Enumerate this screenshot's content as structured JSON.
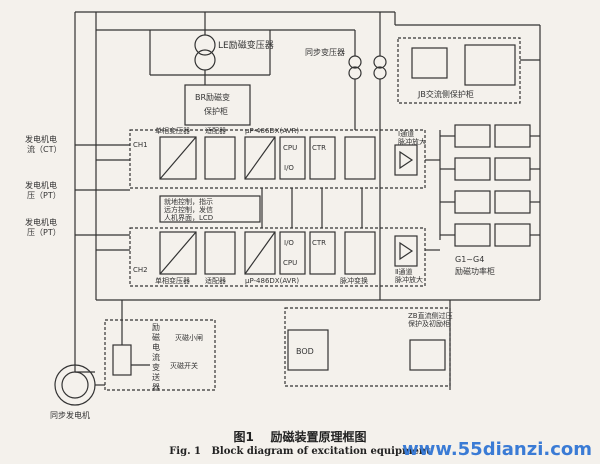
{
  "labels": {
    "le_transformer": "LE励磁变压器",
    "br_protection_1": "BR励磁变",
    "br_protection_2": "保护柜",
    "sync_transformer": "同步变压器",
    "ac_overvoltage": "JB交流侧保护柜",
    "gen_current_1": "发电机电",
    "gen_current_2": "流（CT）",
    "gen_voltage_1": "发电机电",
    "gen_voltage_2": "压（PT）",
    "gen_voltage2_1": "发电机电",
    "gen_voltage2_2": "压（PT）",
    "ch1": "CH1",
    "ch2": "CH2",
    "single_phase_top": "单相变压器",
    "adapter_top": "适配器",
    "cpu_top": "μP-486DX(AVR)",
    "cpu_bottom": "μP-486DX(AVR)",
    "single_phase_bottom": "单相变压器",
    "adapter_bottom": "适配器",
    "pulse_convert": "脉冲变换",
    "channel1_1": "Ⅰ通道",
    "channel1_2": "脉冲放大",
    "channel2_1": "Ⅱ通道",
    "channel2_2": "脉冲放大",
    "g_range": "G1~G4",
    "rectifier_cabinet": "励磁功率柜",
    "control_1": "就地控制，指示",
    "control_2": "远方控制，发信",
    "control_3": "人机界面，LCD",
    "cpu": "CPU",
    "io": "I/O",
    "ctr": "CTR",
    "field_1": "励",
    "field_2": "磁",
    "field_3": "电",
    "field_4": "流",
    "field_5": "变",
    "field_6": "送",
    "field_7": "器",
    "de_excitation_switch_a": "灭磁小闸",
    "de_excitation_switch_b": "灭磁开关",
    "zb_1": "ZB直流侧过压",
    "zb_2": "保护及初励柜",
    "bod": "BOD",
    "sync_gen": "同步发电机"
  },
  "caption": {
    "cn_num": "图1",
    "cn_title": "励磁装置原理框图",
    "en_num": "Fig. 1",
    "en_title": "Block diagram of excitation equipment"
  },
  "watermark": "www.55dianzi.com"
}
